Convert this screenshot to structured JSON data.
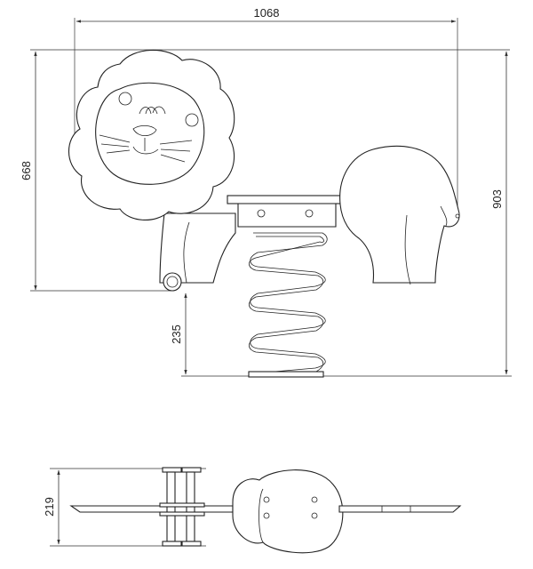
{
  "dimensions": {
    "overall_width": "1068",
    "head_height": "668",
    "overall_height": "903",
    "seat_clearance": "235",
    "plan_depth": "219"
  }
}
